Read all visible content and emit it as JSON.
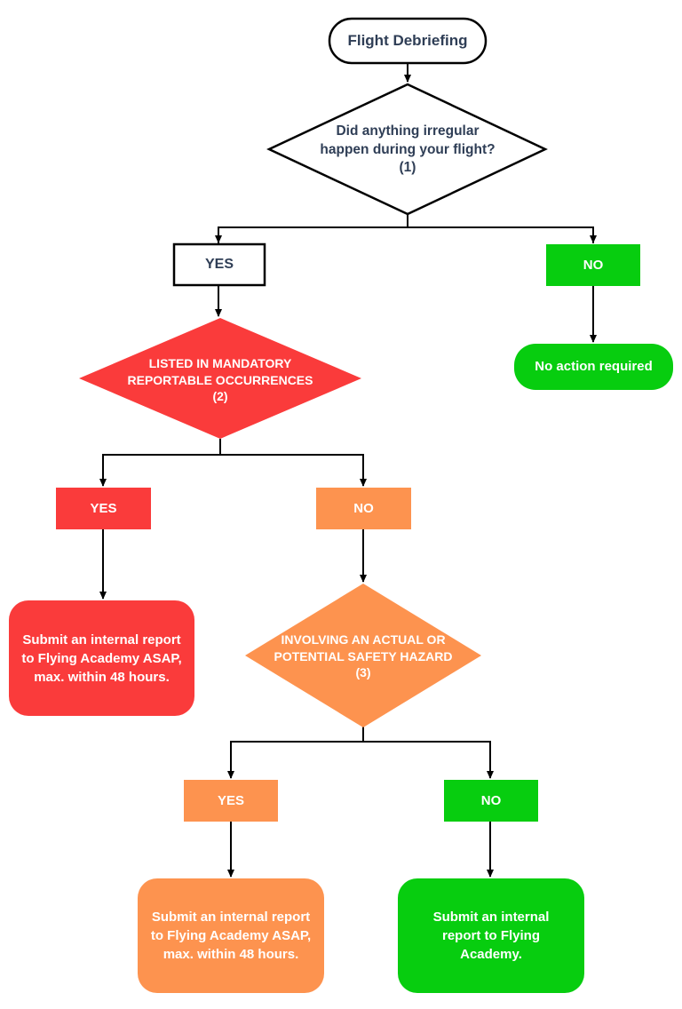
{
  "colors": {
    "red": "#fa3b3b",
    "orange": "#fd934f",
    "green": "#07cd0f",
    "outline": "#000000",
    "dark_text": "#2f3e56"
  },
  "nodes": {
    "start": "Flight Debriefing",
    "q1": "Did anything irregular happen during your flight? (1)",
    "q1_yes": "YES",
    "q1_no": "NO",
    "no_action": "No action required",
    "q2": "LISTED IN MANDATORY REPORTABLE OCCURRENCES (2)",
    "q2_yes": "YES",
    "q2_no": "NO",
    "report_red": "Submit an internal report to Flying Academy ASAP, max. within 48 hours.",
    "q3": "INVOLVING AN ACTUAL OR POTENTIAL SAFETY HAZARD (3)",
    "q3_yes": "YES",
    "q3_no": "NO",
    "report_orange": "Submit an internal report to Flying Academy ASAP, max. within 48 hours.",
    "report_green": "Submit an internal report to Flying Academy."
  }
}
